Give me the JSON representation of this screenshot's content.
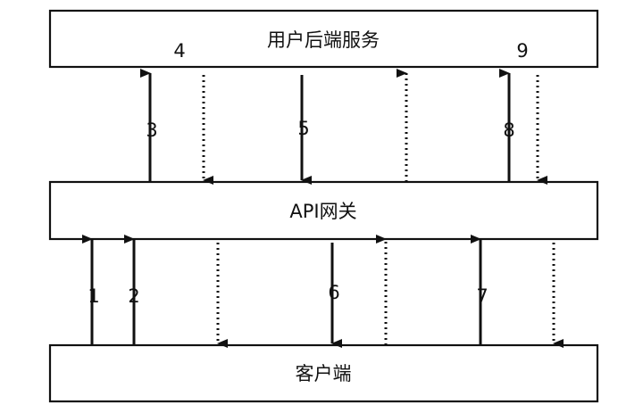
{
  "boxes": {
    "backend": "用户后端服务",
    "gateway": "API网关",
    "client": "客户端"
  },
  "labels": [
    "1",
    "2",
    "3",
    "4",
    "5",
    "6",
    "7",
    "8",
    "9"
  ]
}
